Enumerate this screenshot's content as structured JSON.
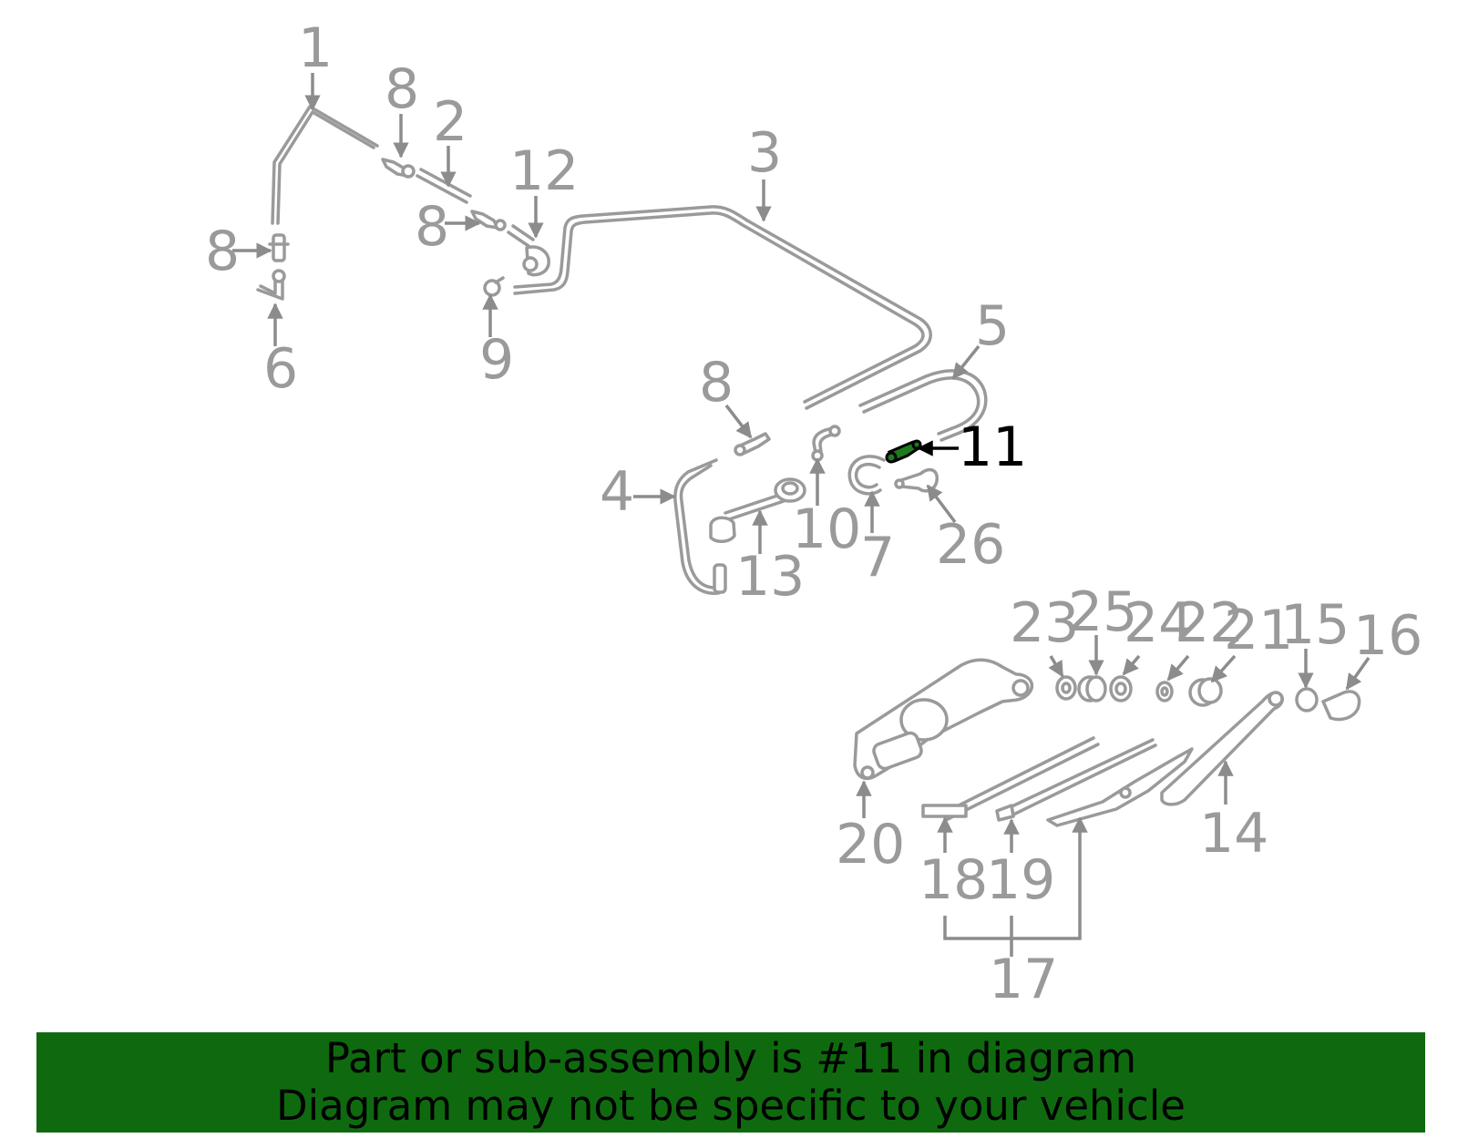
{
  "diagram": {
    "labels": {
      "p1": "1",
      "p2": "2",
      "p3": "3",
      "p4": "4",
      "p5": "5",
      "p6": "6",
      "p7": "7",
      "p8a": "8",
      "p8b": "8",
      "p8c": "8",
      "p8d": "8",
      "p9": "9",
      "p10": "10",
      "p11": "11",
      "p12": "12",
      "p13": "13",
      "p14": "14",
      "p15": "15",
      "p16": "16",
      "p17": "17",
      "p18": "18",
      "p19": "19",
      "p20": "20",
      "p21": "21",
      "p22": "22",
      "p23": "23",
      "p24": "24",
      "p25": "25",
      "p26": "26"
    },
    "highlighted_part": "11",
    "colors": {
      "line": "#9a9a9a",
      "highlight": "#000000",
      "highlight_part": "#1d7a1d",
      "banner": "#0f6a0f"
    }
  },
  "banner": {
    "line1": "Part or sub-assembly is #11 in diagram",
    "line2": "Diagram may not be specific to your vehicle"
  }
}
